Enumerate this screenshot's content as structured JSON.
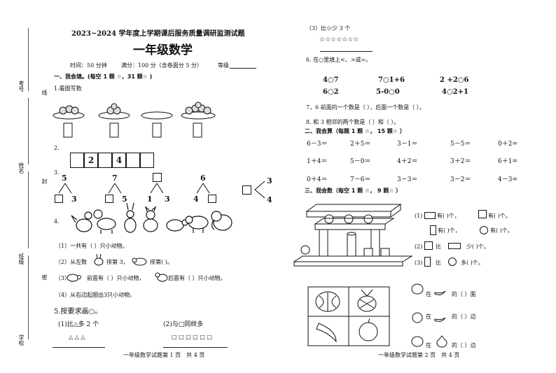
{
  "binding_margin": {
    "labels": [
      "考号",
      "线",
      "姓名",
      "封",
      "班级",
      "密",
      "学校"
    ]
  },
  "left_page": {
    "title": "2023~2024 学年度上学期课后服务质量调研监测试题",
    "subject": "一年级数学",
    "info": {
      "time": "时间：50 分钟",
      "score": "满分：100 分（含卷面分 5 分）",
      "grade": "等级"
    },
    "section1": {
      "heading": "一、我会填。(每空 1 颗 ☆，31 颗☆ )",
      "q1": "1.看图写数",
      "q2": {
        "label": "2.",
        "cells": [
          "",
          "2",
          "",
          "4",
          "",
          ""
        ]
      },
      "q3": {
        "label": "3.",
        "trees": [
          {
            "top": "5",
            "left": "",
            "right": "3"
          },
          {
            "top": "7",
            "left": "",
            "right": "5"
          },
          {
            "top": "",
            "left": "1",
            "right": "3"
          },
          {
            "top": "6",
            "left": "4",
            "right": ""
          }
        ],
        "extra": {
          "upper": "3",
          "lower": "4"
        }
      },
      "q4": {
        "label": "4.",
        "lines": [
          "（1）一共有（      ）只小动物。",
          "（2）从左数",
          "排第 3，",
          "排第(      )。",
          "（3）",
          "前面有（     ）只小动物，",
          "后面有（      ）只小动物。",
          "（4）从右边起圈出3只小动物。"
        ]
      },
      "q5": {
        "label": "5.按要求画○。",
        "part1": "(1)比△多 2 个",
        "part1_shapes": "△ △ △",
        "part2": "(2)与□同样多",
        "part2_shapes": "□ □ □ □ □ □"
      }
    },
    "footer": "一年级数学试题第 1 页　共 4 页"
  },
  "right_page": {
    "q3_cont": {
      "label": "（3）比☆少 3 个",
      "stars": "☆☆☆☆☆☆☆"
    },
    "q6": {
      "label": "6. 在○里填上<、>或=。",
      "rows": [
        [
          "4○7",
          "7○1+6",
          "2 +2○6"
        ],
        [
          "6○2",
          "5-0○0",
          "4○2+1"
        ]
      ]
    },
    "q7": "7，6 前面的一个数是（      ），后面一个数是（      ）。",
    "q8": "8. 和 3 相邻的两个数是（      ）和（      ）。",
    "section2": {
      "heading": "二、我会算（每题 1 颗 ☆，  15 颗☆ ）",
      "rows": [
        [
          "6－3＝",
          "2＋5＝",
          "3－1＝",
          "5－5＝",
          "0＋2="
        ],
        [
          "1＋4＝",
          "5－0＝",
          "4＋2＝",
          "3＋2＝",
          "6＋1="
        ],
        [
          "0＋4＝",
          "7－6＝",
          "3－3＝",
          "3－2＝",
          "4－3="
        ]
      ]
    },
    "section3": {
      "heading": "三、我会数（每空 1 颗 ☆，  9 颗☆ ）",
      "count": {
        "r1a": "(1)",
        "r1b": "有(      )个，",
        "r1c": "有(      )个。",
        "r2a": "有(      )个，",
        "r2b": "有(      )个。",
        "r3a": "(2)",
        "r3b": "比",
        "r3c": "少(      )个。",
        "r4a": "(3)",
        "r4b": "比",
        "r4c": "多(      )个。"
      },
      "position": {
        "r1": [
          "在",
          "的（      ）面"
        ],
        "r2": [
          "在",
          "的（      ）边"
        ],
        "r3": [
          "在",
          "的（      ）边"
        ]
      }
    },
    "footer": "一年级数学试题第 2 页　共 4 页"
  }
}
